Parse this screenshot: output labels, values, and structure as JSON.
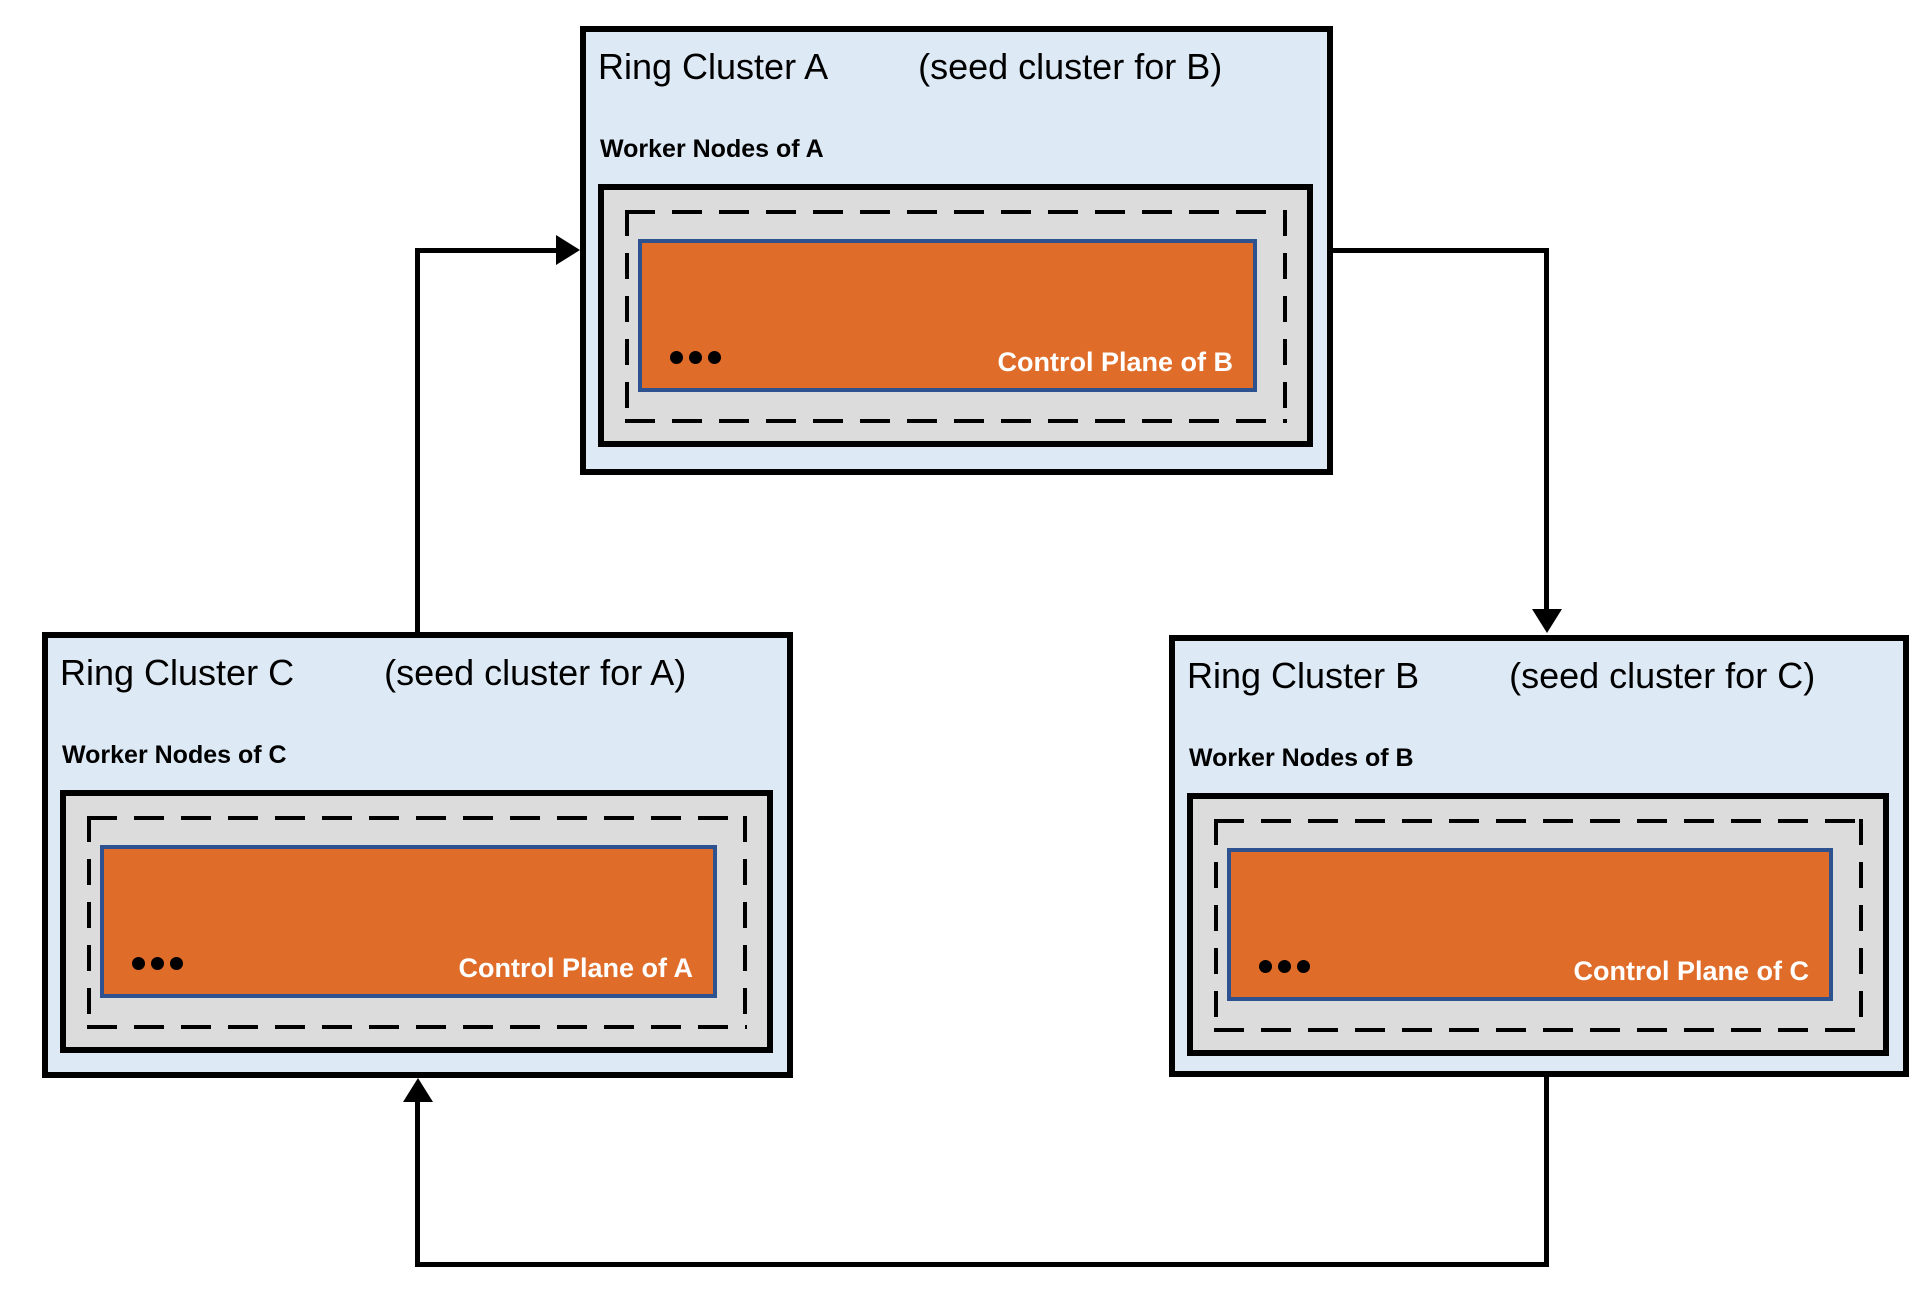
{
  "diagram": {
    "type": "ring-cluster-topology",
    "colors": {
      "cluster_fill": "#dde9f5",
      "cluster_border": "#000000",
      "node_fill": "#dcdcdc",
      "control_fill": "#e06c29",
      "control_border": "#2e5290",
      "line_color": "#000000",
      "text_color": "#000000",
      "control_text": "#ffffff"
    },
    "clusters": [
      {
        "name": "Ring Cluster A",
        "seed_note": "(seed cluster for B)",
        "worker_label": "Worker Nodes of A",
        "control_label": "Control Plane of B"
      },
      {
        "name": "Ring Cluster C",
        "seed_note": "(seed cluster for A)",
        "worker_label": "Worker Nodes of C",
        "control_label": "Control Plane of A"
      },
      {
        "name": "Ring Cluster B",
        "seed_note": "(seed cluster for C)",
        "worker_label": "Worker Nodes of B",
        "control_label": "Control Plane of C"
      }
    ],
    "edges": [
      {
        "from": "Ring Cluster C",
        "to": "Ring Cluster A"
      },
      {
        "from": "Ring Cluster A",
        "to": "Ring Cluster B"
      },
      {
        "from": "Ring Cluster B",
        "to": "Ring Cluster C"
      }
    ]
  }
}
